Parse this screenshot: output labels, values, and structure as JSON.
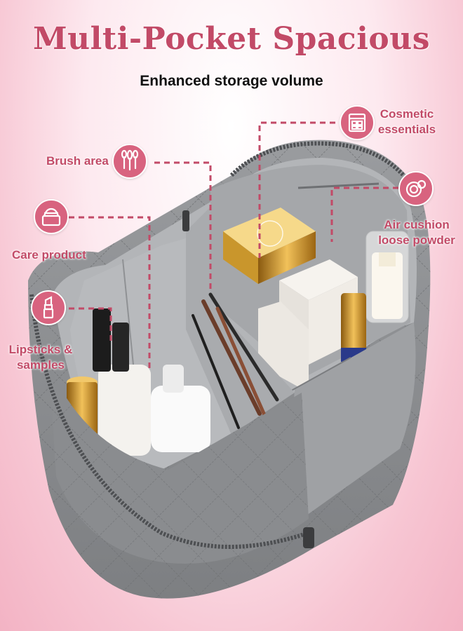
{
  "header": {
    "title": "Multi-Pocket Spacious",
    "subtitle": "Enhanced storage volume"
  },
  "callouts": {
    "brush_area": "Brush area",
    "care_product": "Care product",
    "lipsticks_line1": "Lipsticks &",
    "lipsticks_line2": "samples",
    "cosmetic_line1": "Cosmetic",
    "cosmetic_line2": "essentials",
    "air_line1": "Air cushion",
    "air_line2": "loose powder"
  },
  "icons": {
    "brush": "brush-icon",
    "cream_jar": "cream-jar-icon",
    "lipstick": "lipstick-icon",
    "cosmetic_case": "cosmetic-case-icon",
    "powder_compact": "powder-compact-icon"
  },
  "colors": {
    "accent": "#c24a67",
    "icon_bg": "#d8637f",
    "bag_gray": "#8d8f92",
    "leader": "#c24a67"
  }
}
